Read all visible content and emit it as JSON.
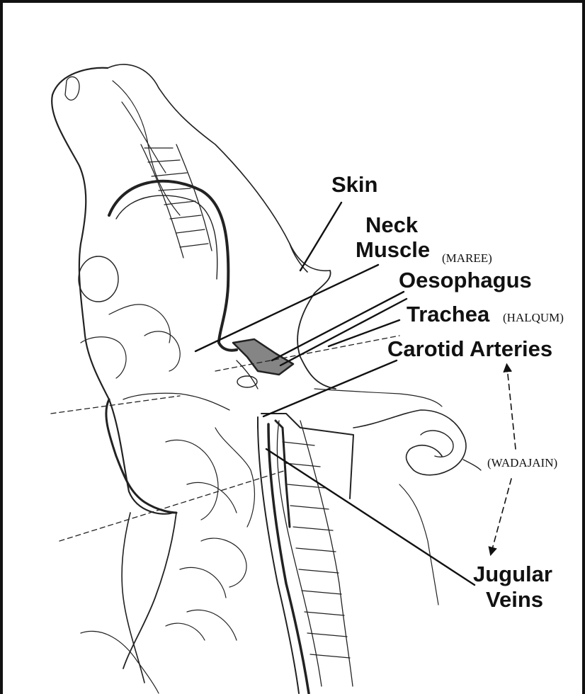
{
  "labels": {
    "skin": "Skin",
    "neck_muscle_line1": "Neck",
    "neck_muscle_line2": "Muscle",
    "maree": "(MAREE)",
    "oesophagus": "Oesophagus",
    "trachea": "Trachea",
    "halqum": "(HALQUM)",
    "carotid_arteries": "Carotid Arteries",
    "wadajain": "(WADAJAIN)",
    "jugular_line1": "Jugular",
    "jugular_line2": "Veins"
  },
  "colors": {
    "ink": "#111111",
    "background": "#ffffff"
  }
}
